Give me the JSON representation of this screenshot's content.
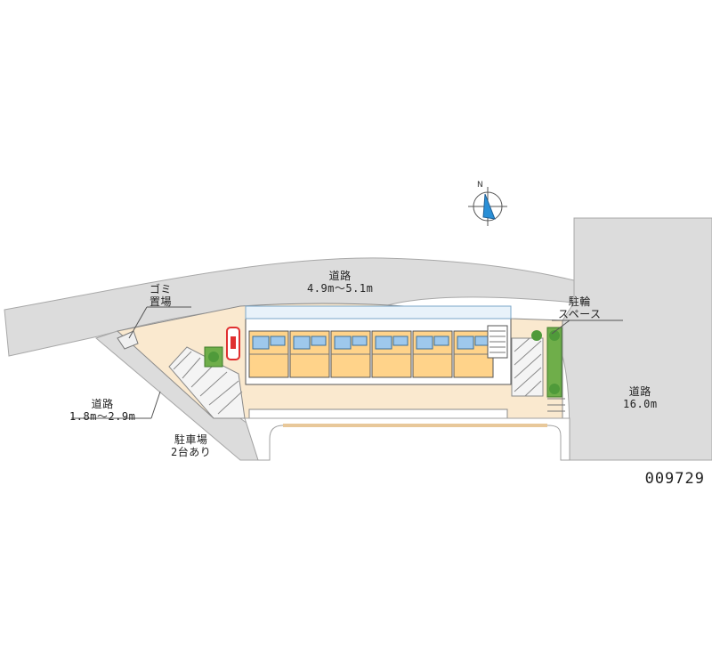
{
  "labels": {
    "road_north": {
      "name": "道路",
      "width": "4.9m～5.1m"
    },
    "road_east": {
      "name": "道路",
      "width": "16.0m"
    },
    "road_west": {
      "name": "道路",
      "width": "1.8m～2.9m"
    },
    "garbage": {
      "line1": "ゴミ",
      "line2": "置場"
    },
    "bicycle": {
      "line1": "駐輪",
      "line2": "スペース"
    },
    "parking": {
      "line1": "駐車場",
      "line2": "2台あり"
    }
  },
  "north_label": "N",
  "property_code": "009729",
  "units": [
    "unit-1",
    "unit-2",
    "unit-3",
    "unit-4",
    "unit-5",
    "unit-6"
  ],
  "colors": {
    "road": "#dcdcdc",
    "road_edge": "#a8a8a8",
    "lot": "#fae9cf",
    "building_unit": "#ffd38a",
    "unit_interior": "#9ec8ec",
    "green": "#6fae4a",
    "car": "#e03030"
  }
}
